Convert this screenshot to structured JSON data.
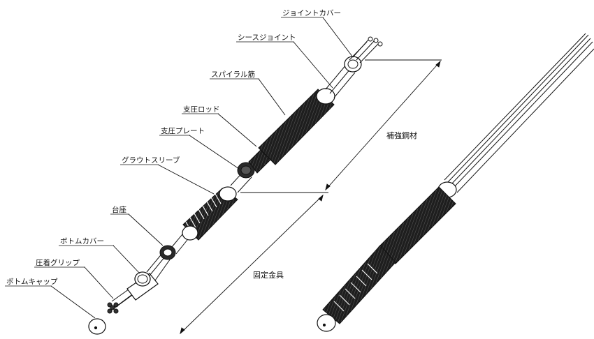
{
  "labels": {
    "joint_cover": "ジョイントカバー",
    "sheath_joint": "シースジョイント",
    "spiral_rebar": "スパイラル筋",
    "bearing_rod": "支圧ロッド",
    "bearing_plate": "支圧プレート",
    "grout_sleeve": "グラウトスリーブ",
    "base": "台座",
    "bottom_cover": "ボトムカバー",
    "crimp_grip": "圧着グリップ",
    "bottom_cap": "ボトムキャップ"
  },
  "dimensions": {
    "reinforcing_steel": "補強鋼材",
    "fixing_hardware": "固定金具"
  },
  "colors": {
    "line": "#111111",
    "dark_fill": "#2a2a2a",
    "background": "#ffffff"
  }
}
